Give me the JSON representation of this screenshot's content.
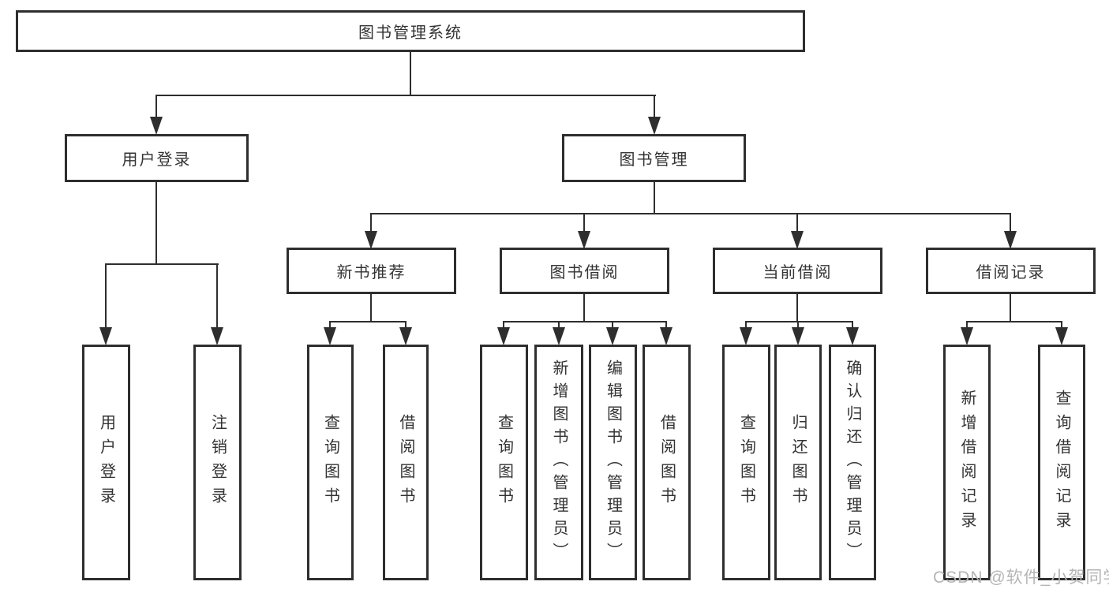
{
  "colors": {
    "line": "#2e2e2e",
    "text": "#333333",
    "background": "#ffffff",
    "watermark": "#b5b5b5"
  },
  "watermark": "CSDN @软件_小贺同学",
  "tree": {
    "root": {
      "label": "图书管理系统"
    },
    "children": [
      {
        "label": "用户登录",
        "children": [
          {
            "label": "用户登录"
          },
          {
            "label": "注销登录"
          }
        ]
      },
      {
        "label": "图书管理",
        "children": [
          {
            "label": "新书推荐",
            "children": [
              {
                "label": "查询图书"
              },
              {
                "label": "借阅图书"
              }
            ]
          },
          {
            "label": "图书借阅",
            "children": [
              {
                "label": "查询图书"
              },
              {
                "label": "新增图书（管理员）"
              },
              {
                "label": "编辑图书（管理员）"
              },
              {
                "label": "借阅图书"
              }
            ]
          },
          {
            "label": "当前借阅",
            "children": [
              {
                "label": "查询图书"
              },
              {
                "label": "归还图书"
              },
              {
                "label": "确认归还（管理员）"
              }
            ]
          },
          {
            "label": "借阅记录",
            "children": [
              {
                "label": "新增借阅记录"
              },
              {
                "label": "查询借阅记录"
              }
            ]
          }
        ]
      }
    ]
  }
}
